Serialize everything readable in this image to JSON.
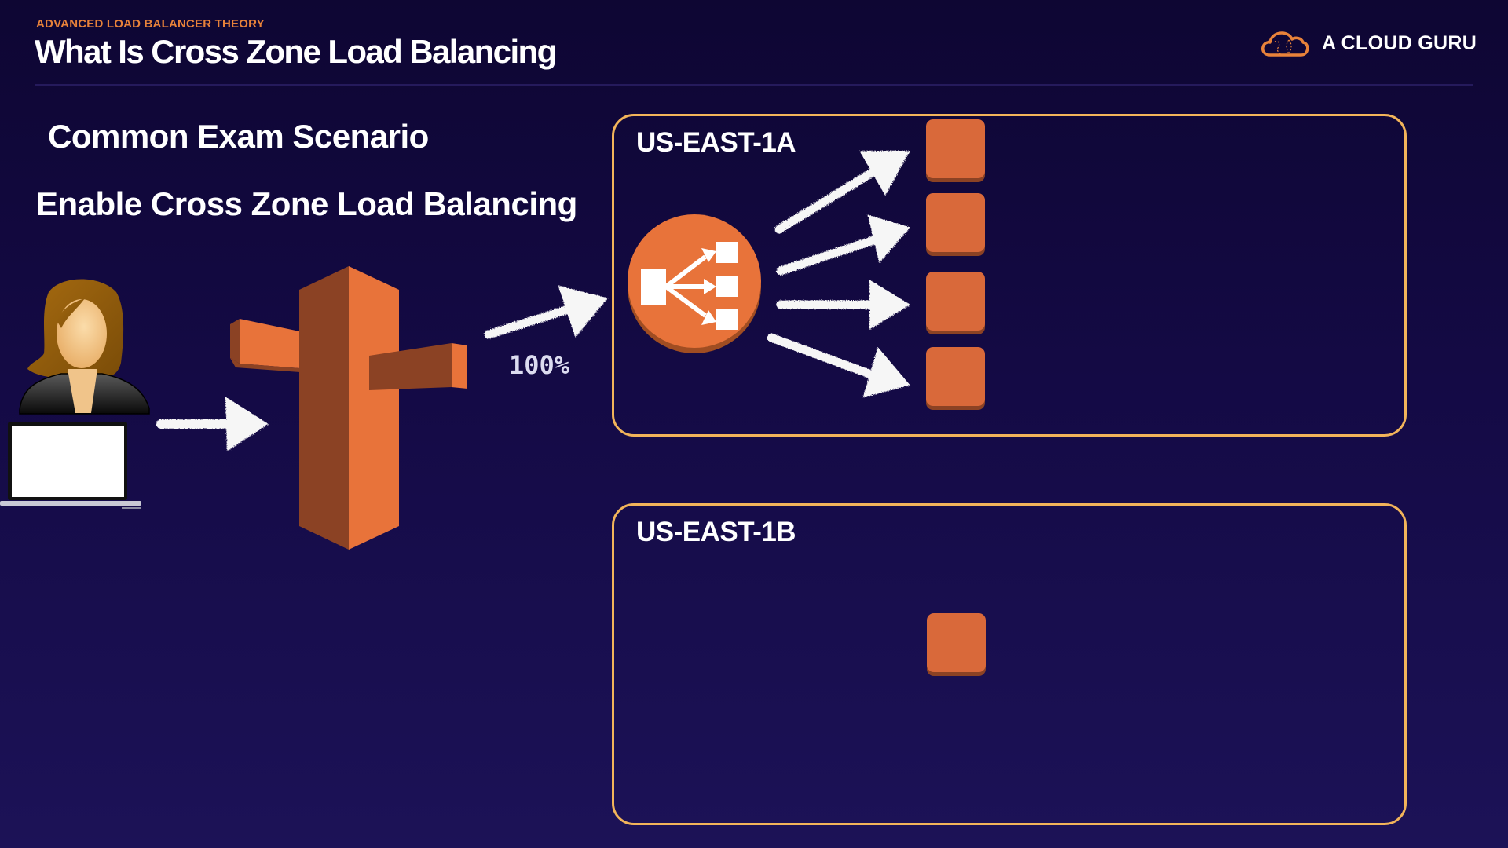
{
  "header": {
    "section": "ADVANCED LOAD BALANCER THEORY",
    "title": "What Is Cross Zone Load Balancing",
    "brand": "A CLOUD GURU",
    "brand_icon": "cloud-logo-icon"
  },
  "content": {
    "heading": "Common Exam Scenario",
    "subheading": "Enable Cross Zone Load Balancing",
    "traffic_percent": "100%"
  },
  "diagram": {
    "user_icon": "user-with-laptop-icon",
    "dns_icon": "route53-signpost-icon",
    "load_balancer_icon": "elastic-load-balancer-icon",
    "zones": [
      {
        "label": "US-EAST-1A",
        "instance_count": 4,
        "has_load_balancer": true
      },
      {
        "label": "US-EAST-1B",
        "instance_count": 1,
        "has_load_balancer": false
      }
    ]
  },
  "colors": {
    "accent": "#e8823a",
    "zone_border": "#f2b45a",
    "instance": "#d9693a",
    "aws_orange": "#e8733a",
    "aws_orange_dark": "#8b4224",
    "background_top": "#0e0633",
    "background_bottom": "#1c1257"
  }
}
